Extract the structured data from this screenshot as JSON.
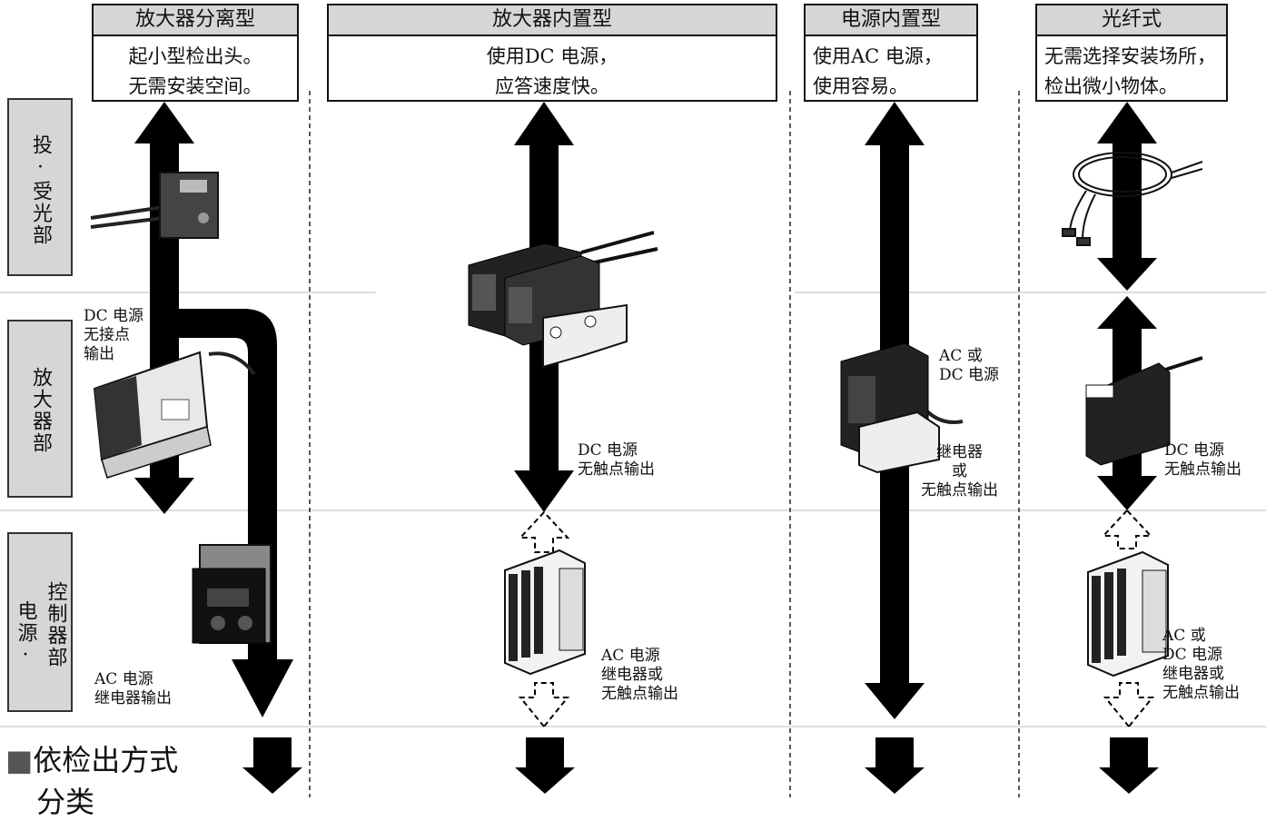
{
  "columns": [
    {
      "title": "放大器分离型",
      "desc1": "起小型检出头。",
      "desc2": "无需安装空间。"
    },
    {
      "title": "放大器内置型",
      "desc1": "使用DC 电源，",
      "desc2": "应答速度快。"
    },
    {
      "title": "电源内置型",
      "desc1": "使用AC 电源，",
      "desc2": "使用容易。"
    },
    {
      "title": "光纤式",
      "desc1": "无需选择安装场所，",
      "desc2": "检出微小物体。"
    }
  ],
  "rows": [
    {
      "label": "投·受光部"
    },
    {
      "label": "放大器部"
    },
    {
      "label_a": "电源·",
      "label_b": "控制器部"
    }
  ],
  "notes": {
    "c1_amp": "DC 电源\n无接点\n输出",
    "c1_ctrl": "AC 电源\n继电器输出",
    "c2_amp": "DC 电源\n无触点输出",
    "c2_ctrl": "AC 电源\n继电器或\n无触点输出",
    "c3_power": "AC 或\nDC 电源",
    "c3_out": "继电器\n或\n无触点输出",
    "c4_amp": "DC 电源\n无触点输出",
    "c4_ctrl": "AC 或\nDC 电源\n继电器或\n无触点输出"
  },
  "footer": {
    "marker": "■",
    "title": "依检出方式",
    "subtitle": "分类"
  }
}
